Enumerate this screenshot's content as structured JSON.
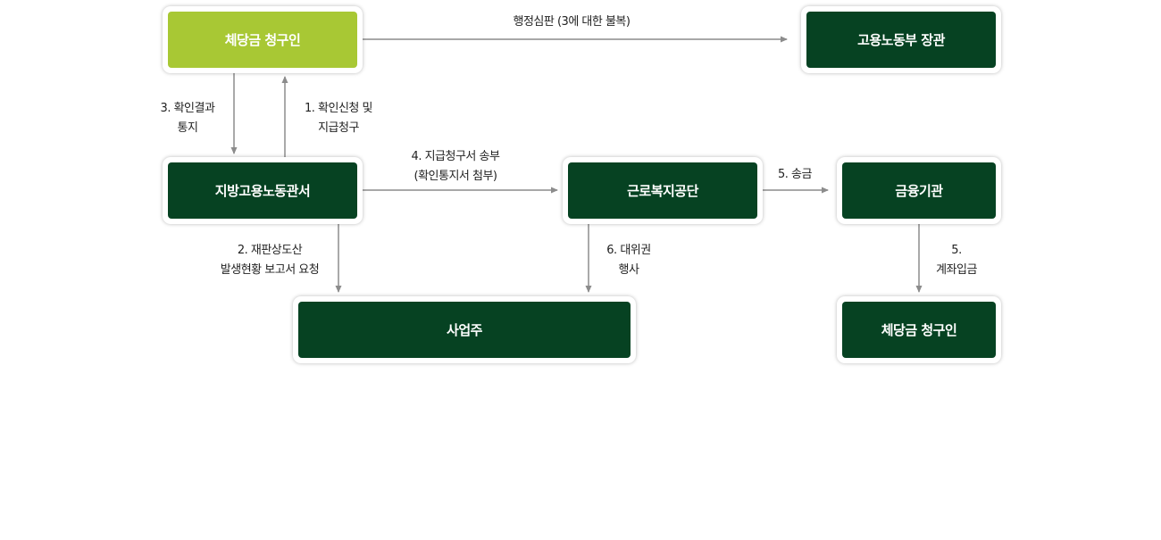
{
  "nodes": {
    "claimant_top": "체당금 청구인",
    "minister": "고용노동부 장관",
    "local_office": "지방고용노동관서",
    "welfare_corp": "근로복지공단",
    "bank": "금융기관",
    "employer": "사업주",
    "claimant_bottom": "체당금 청구인"
  },
  "labels": {
    "appeal": "행정심판 (3에 대한 불복)",
    "notify": [
      "3. 확인결과",
      "통지"
    ],
    "request": [
      "1. 확인신청 및",
      "지급청구"
    ],
    "send": [
      "4. 지급청구서 송부",
      "(확인통지서 첨부)"
    ],
    "transfer": "5. 송금",
    "report": [
      "2. 재판상도산",
      "발생현황 보고서 요청"
    ],
    "subrogation": [
      "6. 대위권",
      "행사"
    ],
    "deposit": [
      "5.",
      "계좌입금"
    ]
  },
  "colors": {
    "node_dark": "#064222",
    "node_highlight": "#a8c834",
    "arrow": "#8c8c8c",
    "text": "#222222"
  }
}
